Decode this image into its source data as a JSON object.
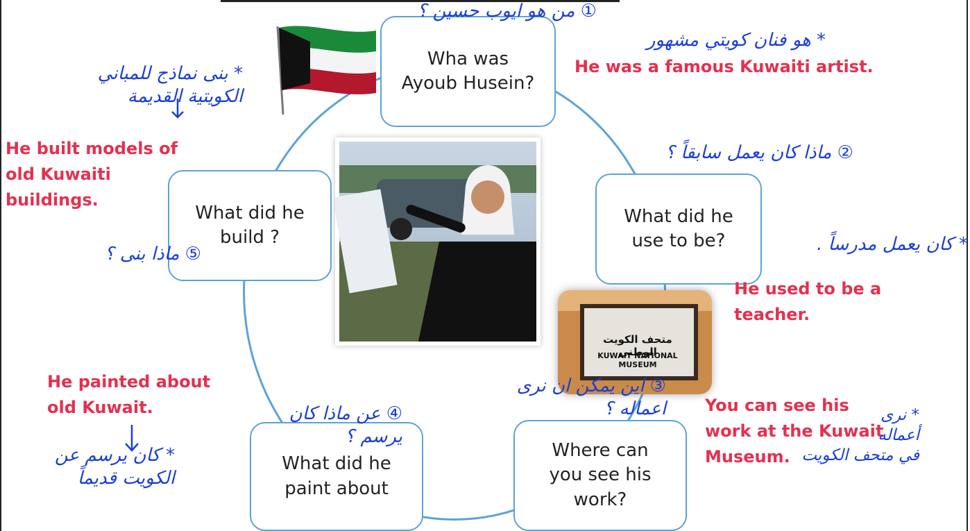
{
  "questions": {
    "q1": "Wha was\nAyoub Husein?",
    "q2": "What did he\nuse to be?",
    "q3": "Where can\nyou see his\nwork?",
    "q4": "What did he\npaint about",
    "q5": "What did he\nbuild   ?"
  },
  "answers": {
    "a1": "He was a famous Kuwaiti artist.",
    "a2": "He used to be a\nteacher.",
    "a3": "You can see his\nwork at the Kuwait\nMuseum.",
    "a4": "He painted about\nold Kuwait.",
    "a5": "He built models of\nold Kuwaiti\nbuildings."
  },
  "handwritten": {
    "n1_question": "① من هو ايوب حسين ؟",
    "n1_answer": "* هو فنان كويتي مشهور",
    "n2_question": "② ماذا كان يعمل سابقاً ؟",
    "n2_answer": "* كان يعمل مدرساً .",
    "n3_question": "③ اين يمكن ان نرى\nاعماله ؟",
    "n3_answer": "* نرى\nأعماله\nفي متحف الكويت",
    "n4_question": "④ عن ماذا كان\nيرسم ؟",
    "n4_answer": "* كان يرسم عن\nالكويت قديماً",
    "n5_question": "⑤ ماذا بنى ؟",
    "n5_answer": "* بنى نماذج للمباني\nالكويتية القديمة"
  },
  "museum_sign": {
    "arabic": "متحف الكويت الوطني",
    "english": "KUWAIT NATIONAL MUSEUM"
  },
  "colors": {
    "answer_red": "#e5304f",
    "note_blue": "#1a3fd6",
    "ring_blue": "#5aa3d8"
  }
}
